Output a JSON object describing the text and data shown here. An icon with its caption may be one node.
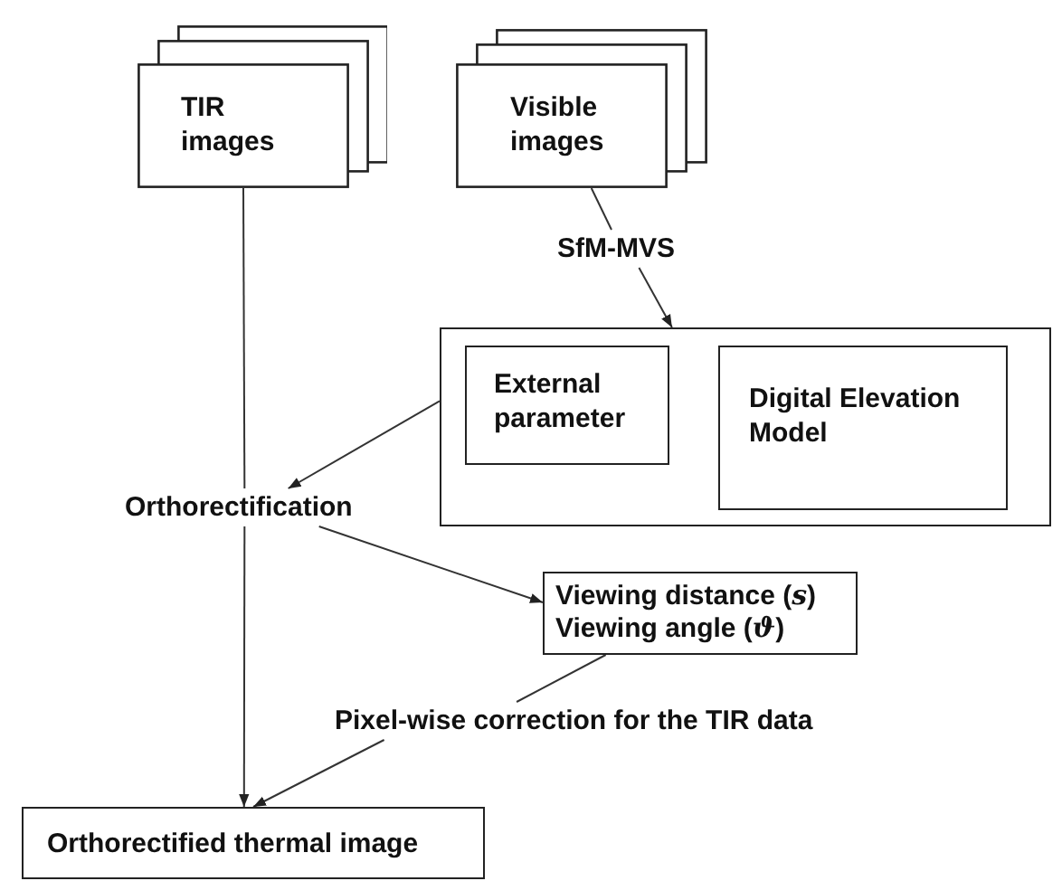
{
  "diagram": {
    "nodes": [
      {
        "text": [
          "TIR images"
        ]
      },
      {
        "text": [
          "Visible images"
        ]
      },
      {
        "text": [
          "SfM-MVS"
        ]
      },
      {
        "text": [],
        "shape": "box"
      },
      {
        "text": [
          "External parameter"
        ],
        "in": 3
      },
      {
        "text": [
          "Digital Elevation Model"
        ],
        "in": 3
      },
      {
        "text": [
          "Orthorectification"
        ]
      },
      {
        "text": [
          "Viewing distance (*s*)",
          "Viewing angle (*ϑ*)"
        ]
      },
      {
        "text": [
          "Pixel-wise correction for the TIR data"
        ]
      },
      {
        "text": [
          "Orthorectified thermal image"
        ]
      }
    ],
    "edges": [
      {
        "from": 1,
        "to": 2,
        "arrow": "none"
      },
      {
        "from": 2,
        "to": 3,
        "arrow": "to"
      },
      {
        "from": 3,
        "to": 6,
        "arrow": "to"
      },
      {
        "from": 0,
        "to": 6,
        "arrow": "none"
      },
      {
        "from": 6,
        "to": 9,
        "arrow": "to"
      },
      {
        "from": 6,
        "to": 7,
        "arrow": "to"
      },
      {
        "from": 7,
        "to": 8,
        "arrow": "none"
      },
      {
        "from": 8,
        "to": 9,
        "arrow": "to"
      }
    ]
  }
}
